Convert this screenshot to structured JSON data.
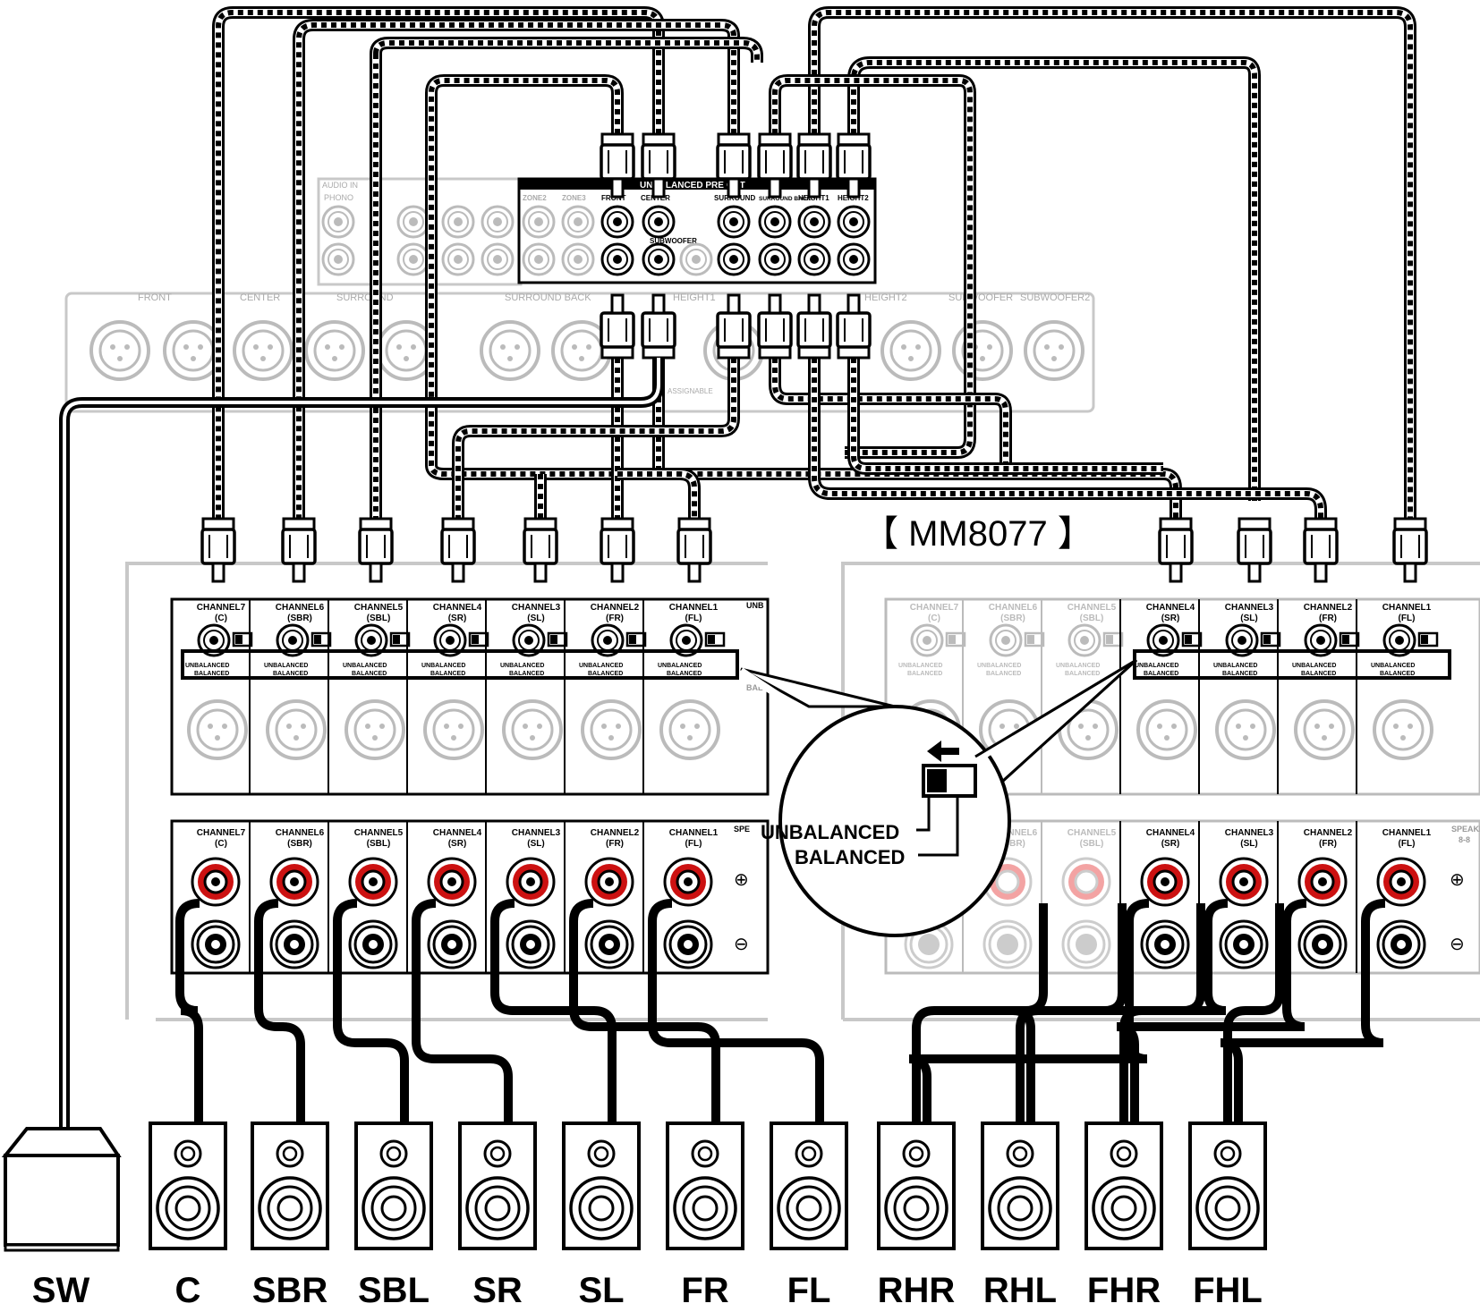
{
  "preout": {
    "title": "UNBALANCED PRE OUT",
    "labels": [
      "ZONE2",
      "ZONE3",
      "FRONT",
      "CENTER",
      "SURROUND",
      "SURROUND BACK",
      "HEIGHT1",
      "HEIGHT2"
    ],
    "subwoofer": "SUBWOOFER",
    "audio_in": "AUDIO IN",
    "phono": "PHONO",
    "in_labels": [
      "FRONT",
      "CENTER",
      "SURROUND",
      "SURROUND BACK"
    ]
  },
  "balanced_out": {
    "labels": [
      "FRONT",
      "CENTER",
      "SURROUND",
      "SURROUND BACK",
      "HEIGHT1",
      "HEIGHT2",
      "SUBWOOFER",
      "SUBWOOFER2"
    ],
    "assignable": "ASSIGNABLE"
  },
  "amp_left": {
    "channels": [
      {
        "name": "CHANNEL7",
        "sub": "(C)"
      },
      {
        "name": "CHANNEL6",
        "sub": "(SBR)"
      },
      {
        "name": "CHANNEL5",
        "sub": "(SBL)"
      },
      {
        "name": "CHANNEL4",
        "sub": "(SR)"
      },
      {
        "name": "CHANNEL3",
        "sub": "(SL)"
      },
      {
        "name": "CHANNEL2",
        "sub": "(FR)"
      },
      {
        "name": "CHANNEL1",
        "sub": "(FL)"
      }
    ],
    "switch_top": "UNBALANCED",
    "switch_bottom": "BALANCED",
    "side_label": "UNB",
    "bal_label": "BAL",
    "speaker_label": "SPE"
  },
  "amp_right": {
    "model": "【 MM8077 】",
    "channels": [
      {
        "name": "CHANNEL7",
        "sub": "(C)"
      },
      {
        "name": "CHANNEL6",
        "sub": "(SBR)"
      },
      {
        "name": "CHANNEL5",
        "sub": "(SBL)"
      },
      {
        "name": "CHANNEL4",
        "sub": "(SR)"
      },
      {
        "name": "CHANNEL3",
        "sub": "(SL)"
      },
      {
        "name": "CHANNEL2",
        "sub": "(FR)"
      },
      {
        "name": "CHANNEL1",
        "sub": "(FL)"
      }
    ],
    "speaker_label": "SPEAKE",
    "speaker_sub": "8-8"
  },
  "callout": {
    "unbalanced": "UNBALANCED",
    "balanced": "BALANCED"
  },
  "polarity": {
    "plus": "⊕",
    "minus": "⊖"
  },
  "speakers": [
    "SW",
    "C",
    "SBR",
    "SBL",
    "SR",
    "SL",
    "FR",
    "FL",
    "RHR",
    "RHL",
    "FHR",
    "FHL"
  ],
  "colors": {
    "terminal_red": "#cc1111",
    "outline": "#000000",
    "faded": "#bbbbbb"
  }
}
